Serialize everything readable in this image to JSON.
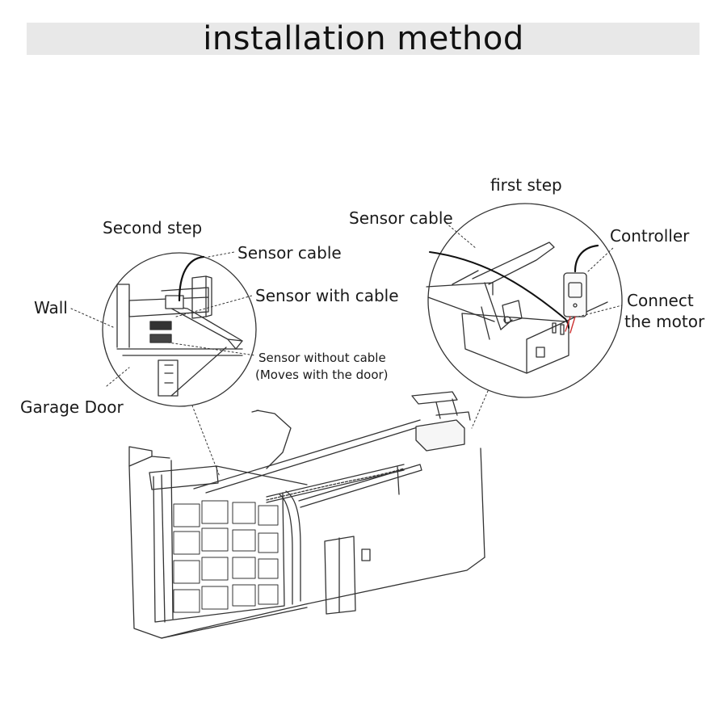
{
  "title": "installation method",
  "labels": {
    "first_step": "first step",
    "second_step": "Second step",
    "sensor_cable_left": "Sensor cable",
    "sensor_with_cable": "Sensor with cable",
    "wall": "Wall",
    "sensor_without_cable": "Sensor without cable",
    "moves_with_door": "(Moves with the door)",
    "garage_door": "Garage Door",
    "sensor_cable_right": "Sensor cable",
    "controller": "Controller",
    "connect": "Connect",
    "the_motor": "the motor"
  }
}
